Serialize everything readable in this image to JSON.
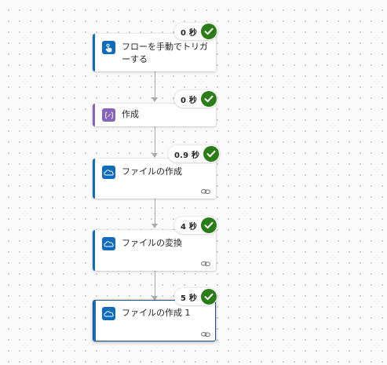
{
  "colors": {
    "accent_blue": "#0f6cbd",
    "accent_purple": "#8764b8",
    "success_green": "#2b7d17",
    "selected_border": "#1d4f91",
    "connector": "#a9a9a9"
  },
  "steps": [
    {
      "title": "フローを手動でトリガーする",
      "duration": "0 秒",
      "status": "success",
      "icon": "touch-trigger-icon"
    },
    {
      "title": "作成",
      "duration": "0 秒",
      "status": "success",
      "icon": "compose-icon"
    },
    {
      "title": "ファイルの作成",
      "duration": "0.9 秒",
      "status": "success",
      "icon": "onedrive-cloud-icon",
      "has_connection": true
    },
    {
      "title": "ファイルの変換",
      "duration": "4 秒",
      "status": "success",
      "icon": "onedrive-cloud-icon",
      "has_connection": true
    },
    {
      "title": "ファイルの作成 1",
      "duration": "5 秒",
      "status": "success",
      "icon": "onedrive-cloud-icon",
      "has_connection": true,
      "selected": true
    }
  ]
}
